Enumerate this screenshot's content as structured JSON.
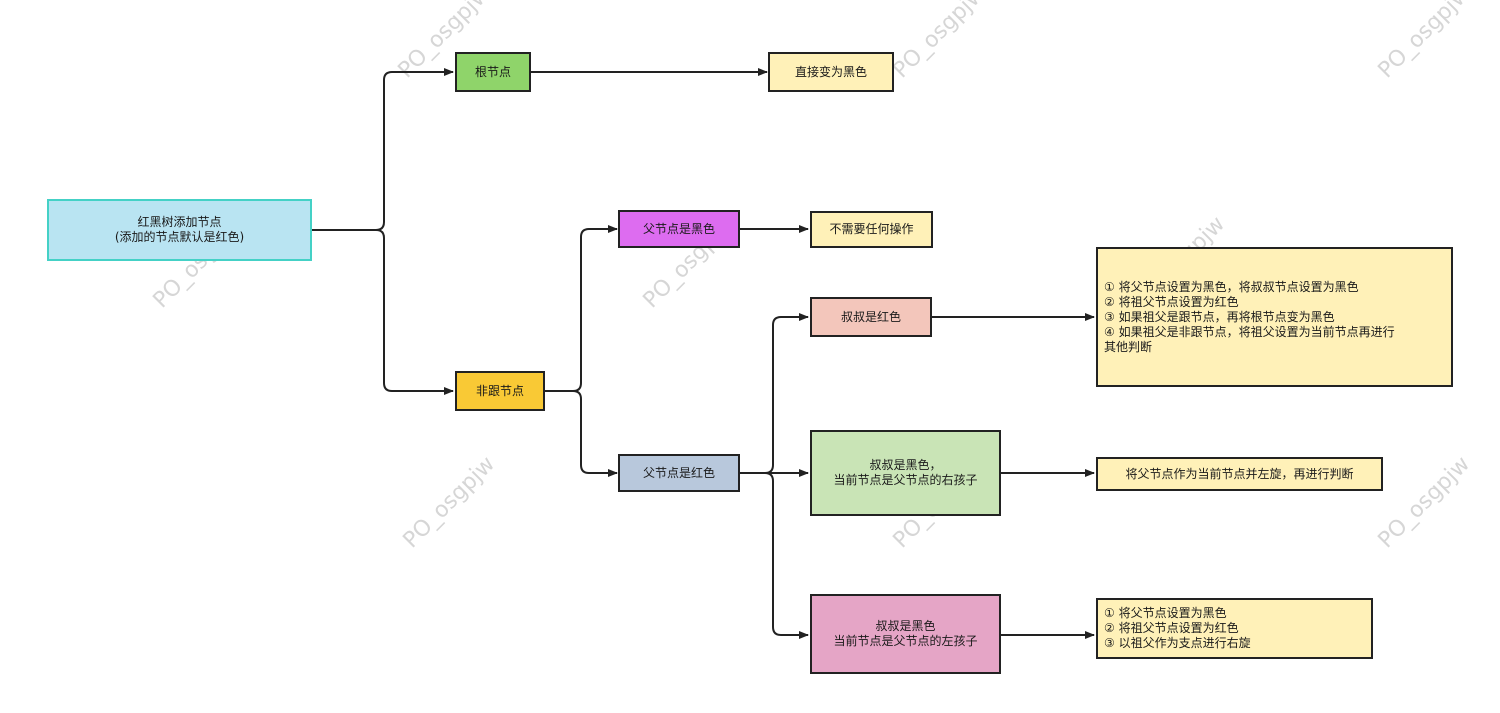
{
  "nodes": {
    "root": {
      "text": "红黑树添加节点\n(添加的节点默认是红色)",
      "color": "#b9e4f2",
      "border": "#44d1c6"
    },
    "rootnode": {
      "text": "根节点",
      "color": "#8fd46a"
    },
    "rootnode_result": {
      "text": "直接变为黑色",
      "color": "#fff1b8"
    },
    "nonroot": {
      "text": "非跟节点",
      "color": "#f9c935"
    },
    "parent_black": {
      "text": "父节点是黑色",
      "color": "#dd6cf0"
    },
    "parent_black_result": {
      "text": "不需要任何操作",
      "color": "#fff1b8"
    },
    "parent_red": {
      "text": "父节点是红色",
      "color": "#b8c8dc"
    },
    "uncle_red": {
      "text": "叔叔是红色",
      "color": "#f3c6bb"
    },
    "uncle_red_result": {
      "text": "① 将父节点设置为黑色，将叔叔节点设置为黑色\n② 将祖父节点设置为红色\n③ 如果祖父是跟节点，再将根节点变为黑色\n④ 如果祖父是非跟节点，将祖父设置为当前节点再进行\n其他判断",
      "color": "#fff1b8"
    },
    "uncle_black_right": {
      "text": "叔叔是黑色，\n当前节点是父节点的右孩子",
      "color": "#c9e4b6"
    },
    "uncle_black_right_result": {
      "text": "将父节点作为当前节点并左旋，再进行判断",
      "color": "#fff1b8"
    },
    "uncle_black_left": {
      "text": "叔叔是黑色\n当前节点是父节点的左孩子",
      "color": "#e5a5c6"
    },
    "uncle_black_left_result": {
      "text": "① 将父节点设置为黑色\n② 将祖父节点设置为红色\n③ 以祖父作为支点进行右旋",
      "color": "#fff1b8"
    }
  },
  "watermark": "PO_osgpjw"
}
